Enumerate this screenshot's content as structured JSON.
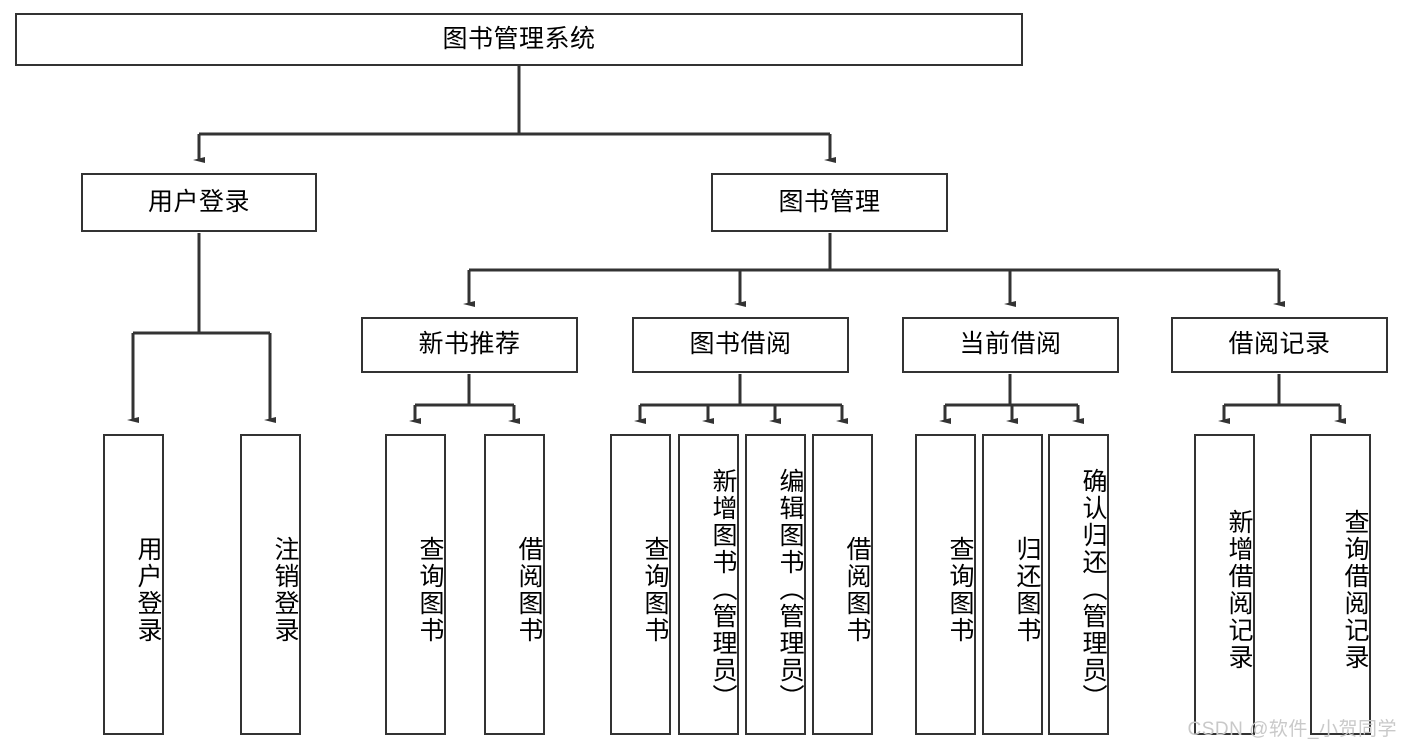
{
  "diagram": {
    "title": "图书管理系统",
    "type": "tree",
    "colors": {
      "box_border": "#333333",
      "box_fill": "#ffffff",
      "edge": "#333333",
      "text": "#000000",
      "watermark": "#c9c9c9"
    },
    "root": {
      "label": "图书管理系统"
    },
    "level2": [
      {
        "label": "用户登录"
      },
      {
        "label": "图书管理"
      }
    ],
    "level3": [
      {
        "label": "新书推荐"
      },
      {
        "label": "图书借阅"
      },
      {
        "label": "当前借阅"
      },
      {
        "label": "借阅记录"
      }
    ],
    "leaves_user_login": [
      {
        "label": "用户登录"
      },
      {
        "label": "注销登录"
      }
    ],
    "leaves_new_book": [
      {
        "label": "查询图书"
      },
      {
        "label": "借阅图书"
      }
    ],
    "leaves_borrow": [
      {
        "label": "查询图书"
      },
      {
        "label": "新增图书（管理员）"
      },
      {
        "label": "编辑图书（管理员）"
      },
      {
        "label": "借阅图书"
      }
    ],
    "leaves_current": [
      {
        "label": "查询图书"
      },
      {
        "label": "归还图书"
      },
      {
        "label": "确认归还（管理员）"
      }
    ],
    "leaves_records": [
      {
        "label": "新增借阅记录"
      },
      {
        "label": "查询借阅记录"
      }
    ]
  },
  "watermark": {
    "text": "CSDN @软件_小贺同学"
  }
}
